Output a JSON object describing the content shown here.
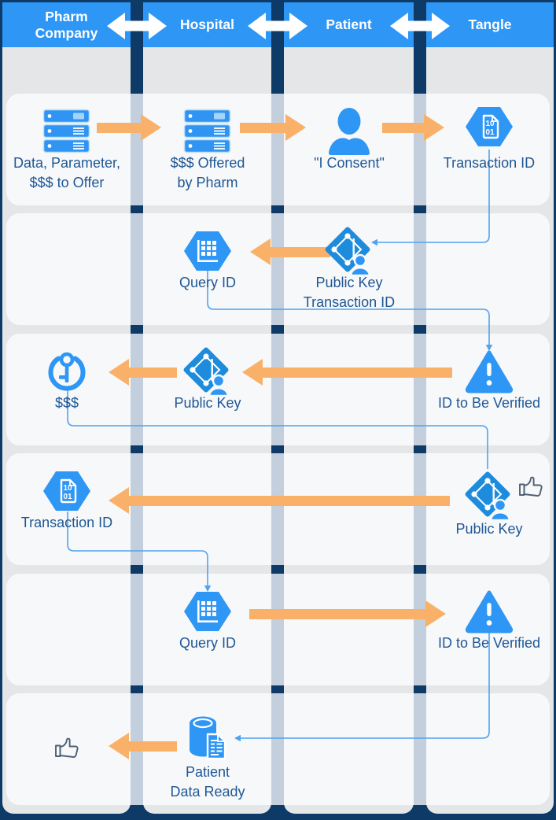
{
  "diagram_title": "Pharma - Hospital - Patient - Tangle data exchange flow",
  "colors": {
    "header_blue": "#2E96F5",
    "navy": "#0D3A66",
    "lane_gray": "#E5E6E7",
    "row_white": "#F7F8F9",
    "stripe_blue_gray": "#C4CFDD",
    "arrow_orange": "#F9B169",
    "icon_blue": "#2E96F5",
    "label_text": "#1F5795",
    "connector_blue": "#4FA3F0"
  },
  "header": {
    "lanes": [
      {
        "label": "Pharm Company",
        "lines": [
          "Pharm",
          "Company"
        ]
      },
      {
        "label": "Hospital",
        "lines": [
          "Hospital"
        ]
      },
      {
        "label": "Patient",
        "lines": [
          "Patient"
        ]
      },
      {
        "label": "Tangle",
        "lines": [
          "Tangle"
        ]
      }
    ],
    "separator_icon": "double-arrow-icon"
  },
  "rows": [
    {
      "items": [
        {
          "lane": 0,
          "icon": "servers",
          "label_lines": [
            "Data, Parameter,",
            "$$$ to Offer"
          ]
        },
        {
          "lane": 1,
          "icon": "servers",
          "label_lines": [
            "$$$ Offered",
            "by Pharm"
          ]
        },
        {
          "lane": 2,
          "icon": "person",
          "label_lines": [
            "\"I Consent\""
          ]
        },
        {
          "lane": 3,
          "icon": "hex-doc",
          "label_lines": [
            "Transaction ID"
          ]
        }
      ]
    },
    {
      "items": [
        {
          "lane": 1,
          "icon": "hex-grid",
          "label_lines": [
            "Query ID"
          ]
        },
        {
          "lane": 2,
          "icon": "diamond-id",
          "label_lines": [
            "Public Key",
            "Transaction ID"
          ]
        }
      ]
    },
    {
      "items": [
        {
          "lane": 0,
          "icon": "key-circle",
          "label_lines": [
            "$$$"
          ]
        },
        {
          "lane": 1,
          "icon": "diamond-id",
          "label_lines": [
            "Public Key"
          ]
        },
        {
          "lane": 3,
          "icon": "warning-triangle",
          "label_lines": [
            "ID to Be Verified"
          ]
        }
      ]
    },
    {
      "items": [
        {
          "lane": 0,
          "icon": "hex-doc",
          "label_lines": [
            "Transaction ID"
          ]
        },
        {
          "lane": 3,
          "icon": "diamond-id",
          "label_lines": [
            "Public Key"
          ],
          "extra_icon": "thumb-up"
        }
      ]
    },
    {
      "items": [
        {
          "lane": 1,
          "icon": "hex-grid",
          "label_lines": [
            "Query ID"
          ]
        },
        {
          "lane": 3,
          "icon": "warning-triangle",
          "label_lines": [
            "ID to Be Verified"
          ]
        }
      ]
    },
    {
      "items": [
        {
          "lane": 0,
          "icon": "thumb-up",
          "label_lines": []
        },
        {
          "lane": 1,
          "icon": "db-doc",
          "label_lines": [
            "Patient",
            "Data Ready"
          ]
        }
      ]
    }
  ],
  "arrows": [
    {
      "row": 0,
      "from_lane": 0,
      "to_lane": 1,
      "dir": "right"
    },
    {
      "row": 0,
      "from_lane": 1,
      "to_lane": 2,
      "dir": "right"
    },
    {
      "row": 0,
      "from_lane": 2,
      "to_lane": 3,
      "dir": "right"
    },
    {
      "row": 1,
      "from_lane": 2,
      "to_lane": 1,
      "dir": "left"
    },
    {
      "row": 2,
      "from_lane": 1,
      "to_lane": 0,
      "dir": "left"
    },
    {
      "row": 2,
      "from_lane": 3,
      "to_lane": 1,
      "dir": "left"
    },
    {
      "row": 3,
      "from_lane": 3,
      "to_lane": 0,
      "dir": "left"
    },
    {
      "row": 4,
      "from_lane": 1,
      "to_lane": 3,
      "dir": "right"
    },
    {
      "row": 5,
      "from_lane": 1,
      "to_lane": 0,
      "dir": "left"
    }
  ],
  "connectors": [
    {
      "from": "transaction-id-tangle-row1",
      "to": "public-key-transaction-id-patient"
    },
    {
      "from": "query-id-hospital-row2",
      "to": "id-to-be-verified-tangle-row3"
    },
    {
      "from": "sss-key-pharm-row3",
      "to": "public-key-tangle-row4"
    },
    {
      "from": "transaction-id-pharm-row4",
      "to": "query-id-hospital-row5"
    },
    {
      "from": "id-to-be-verified-tangle-row5",
      "to": "patient-data-ready-hospital-row6"
    }
  ]
}
